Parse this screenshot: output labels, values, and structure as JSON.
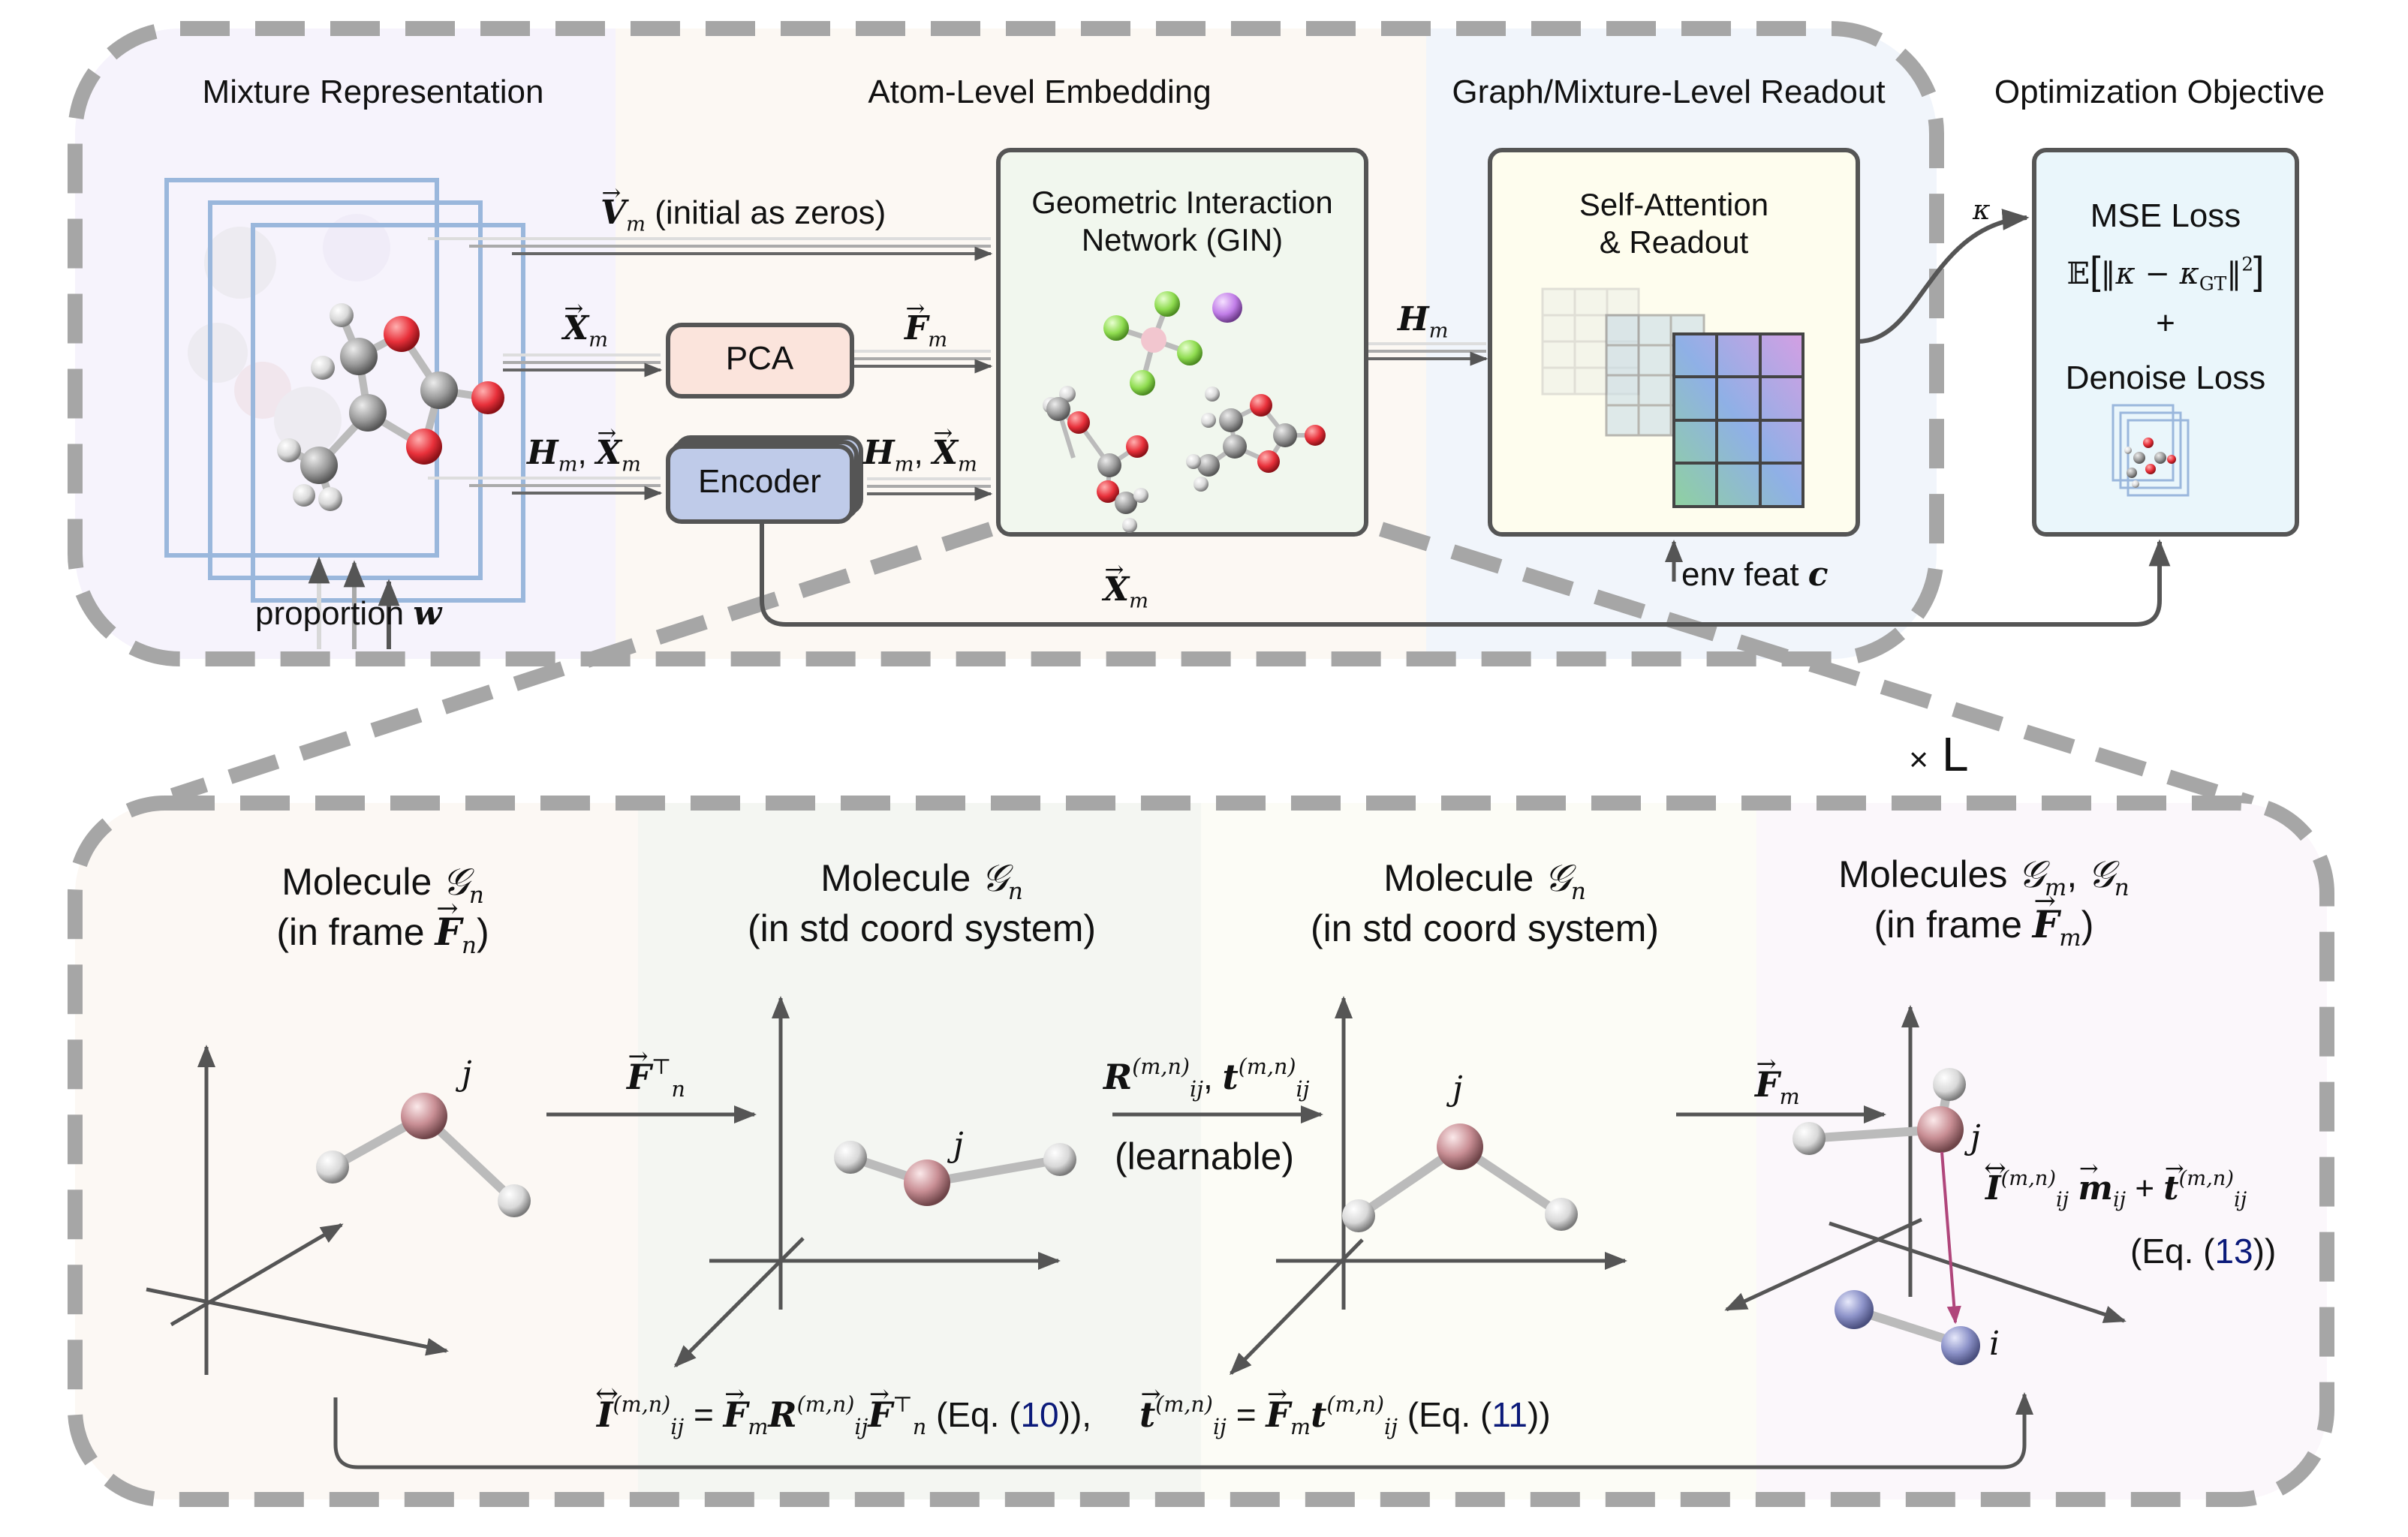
{
  "top_panel": {
    "sections": {
      "mixture_representation": "Mixture Representation",
      "atom_level_embedding": "Atom-Level Embedding",
      "graph_readout": "Graph/Mixture-Level Readout",
      "optimization_objective": "Optimization Objective"
    },
    "inputs": {
      "v_label_symbol": "V",
      "v_label_sub": "m",
      "v_label_note": "(initial as zeros)",
      "x_symbol": "X",
      "x_sub": "m",
      "f_symbol": "F",
      "f_sub": "m",
      "h_symbol": "H",
      "h_sub": "m",
      "comma": ","
    },
    "proportion_label": "proportion",
    "proportion_symbol": "w",
    "pca_label": "PCA",
    "encoder_label": "Encoder",
    "gin": {
      "line1": "Geometric Interaction",
      "line2": "Network (GIN)"
    },
    "readout": {
      "line1": "Self-Attention",
      "line2": "& Readout"
    },
    "env_feat_label": "env feat",
    "env_feat_symbol": "c",
    "kappa_symbol": "κ",
    "loss": {
      "mse": "MSE Loss",
      "formula_E": "𝔼",
      "formula_body": "‖κ − κ",
      "formula_sub": "GT",
      "formula_tail": "‖",
      "formula_sup": "2",
      "plus": "+",
      "denoise": "Denoise Loss"
    }
  },
  "repeat_label": {
    "times": "×",
    "L": "L"
  },
  "bottom_panel": {
    "stages": [
      {
        "title": "Molecule",
        "graph": "𝒢",
        "graph_sub": "n",
        "subtitle_prefix": "(in frame ",
        "frame_symbol": "F",
        "frame_sub": "n",
        "subtitle_suffix": ")"
      },
      {
        "title": "Molecule",
        "graph": "𝒢",
        "graph_sub": "n",
        "subtitle": "(in std coord system)"
      },
      {
        "title": "Molecule",
        "graph": "𝒢",
        "graph_sub": "n",
        "subtitle": "(in std coord system)"
      },
      {
        "title": "Molecules",
        "graph": "𝒢",
        "graph_sub": "m",
        "graph2": "𝒢",
        "graph2_sub": "n",
        "subtitle_prefix": "(in frame ",
        "frame_symbol": "F",
        "frame_sub": "m",
        "subtitle_suffix": ")"
      }
    ],
    "transforms": {
      "ft": {
        "symbol": "F",
        "sub": "n",
        "sup": "⊤"
      },
      "rt": {
        "r": "R",
        "t": "t",
        "sub": "ij",
        "sup": "(m,n)",
        "note": "(learnable)"
      },
      "fm": {
        "symbol": "F",
        "sub": "m"
      }
    },
    "atom_labels": {
      "j": "j",
      "i": "i"
    },
    "message": {
      "I": "I",
      "sub": "ij",
      "sup": "(m,n)",
      "m": "m",
      "plus": "+",
      "t": "t",
      "eq_prefix": "(Eq. (",
      "eq_num": "13",
      "eq_suffix": "))"
    },
    "equations": {
      "I": "I",
      "sub": "ij",
      "sup": "(m,n)",
      "eq": "=",
      "F": "F",
      "Fsub_m": "m",
      "R": "R",
      "Fsub_n": "n",
      "T": "⊤",
      "eq10_prefix": "(Eq. (",
      "eq10_num": "10",
      "eq10_suffix": ")),",
      "t": "t",
      "eq11_prefix": "(Eq. (",
      "eq11_num": "11",
      "eq11_suffix": "))"
    }
  },
  "colors": {
    "dash": "#a6a6a6",
    "arrow": "#555555",
    "mixture_bg": "#f6f3fc",
    "embedding_bg": "#fcf8f3",
    "readout_bg": "#f1f5fb",
    "pca_fill": "#fbe4dc",
    "encoder_fill": "#bfcbe9",
    "gin_fill": "#f1f7ee",
    "readout_fill": "#fefdee",
    "loss_fill": "#eaf6fb",
    "atom_pink": "#c98f95",
    "atom_blue": "#8d93c9",
    "atom_white": "#e6e6e6",
    "message_arrow": "#b0467b",
    "eq_ref": "#0b1a7a"
  }
}
